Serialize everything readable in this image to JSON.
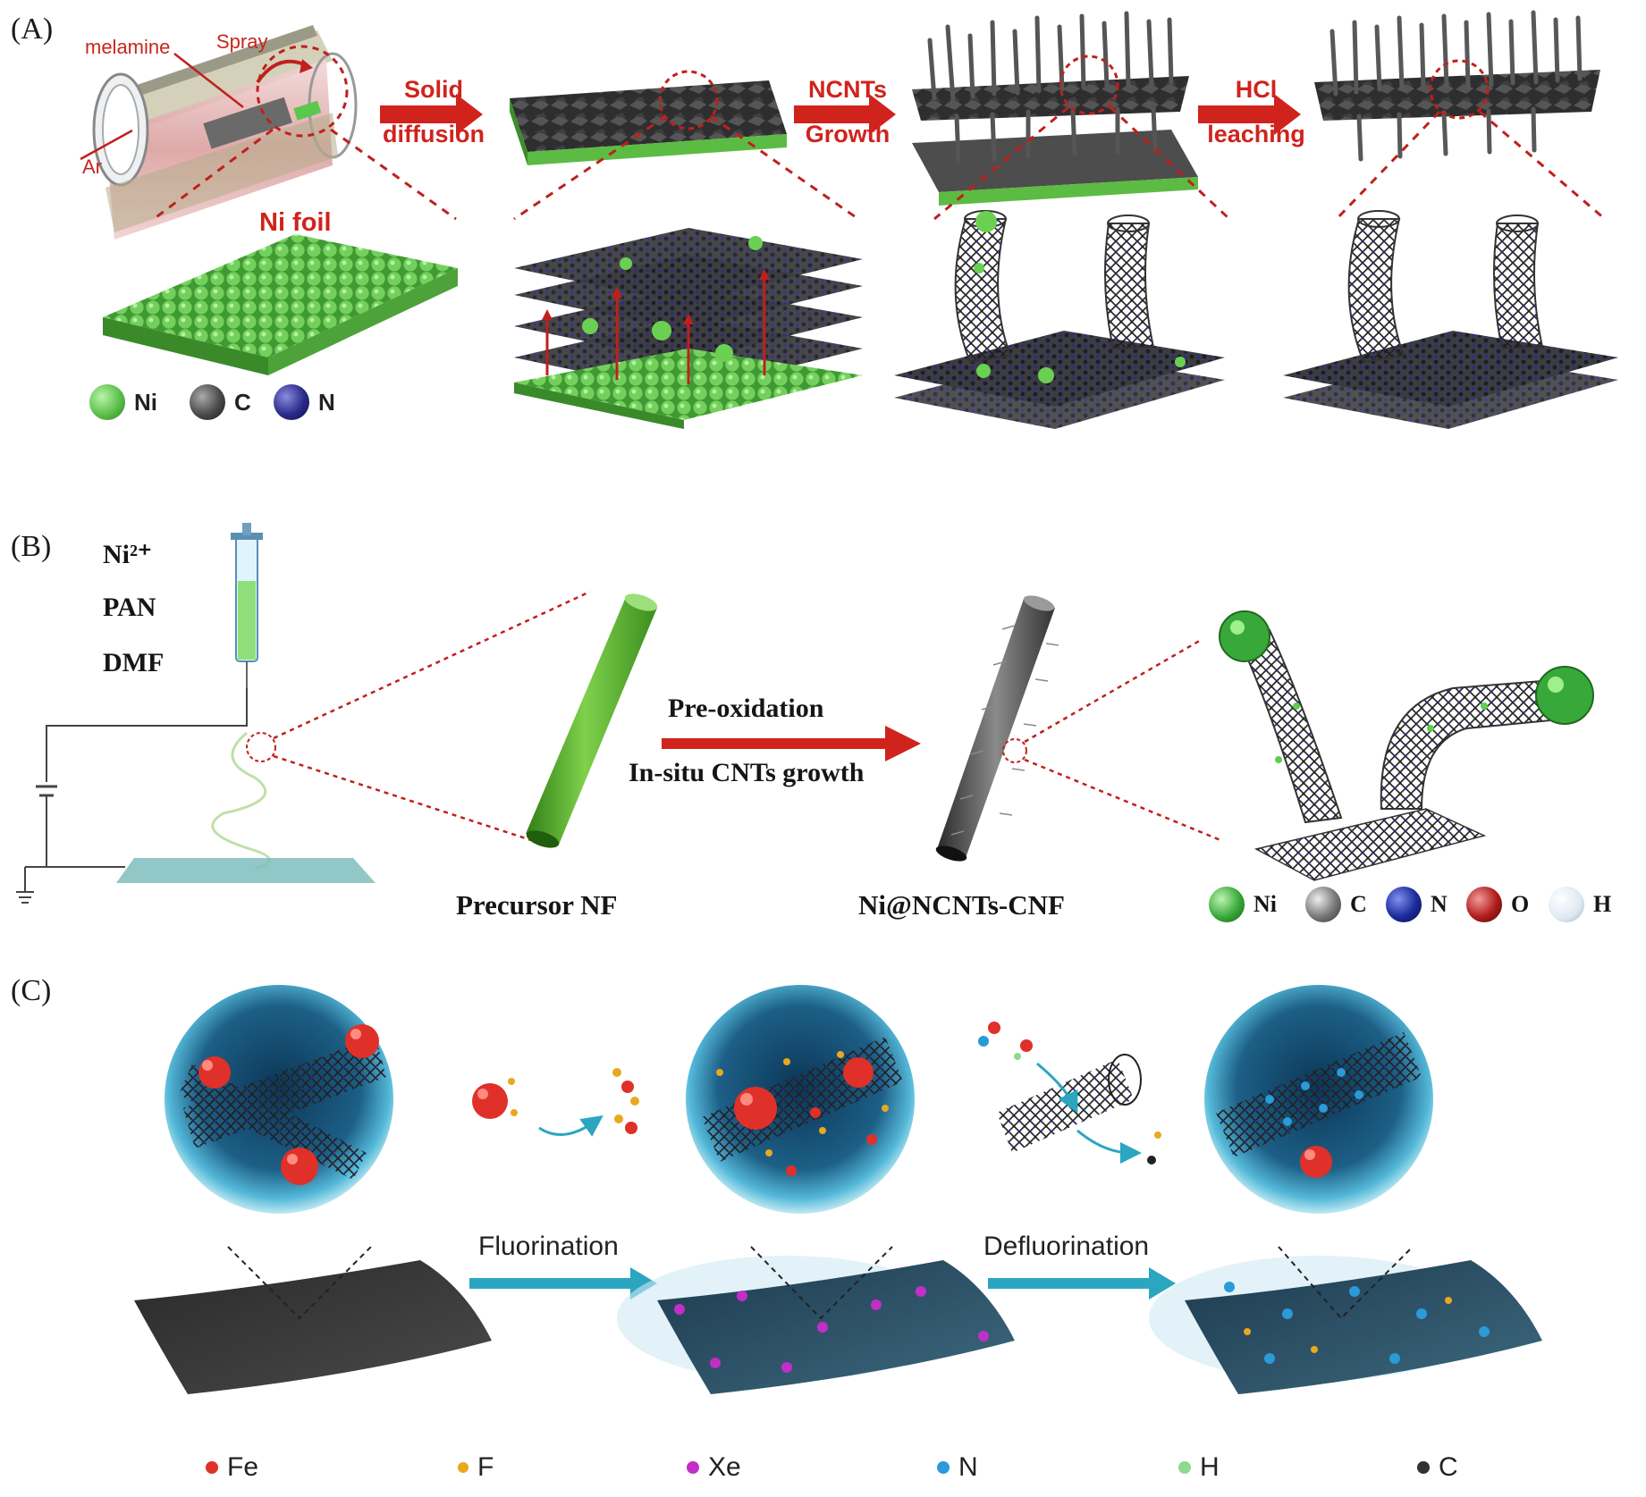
{
  "panel_a": {
    "label": "(A)",
    "tube": {
      "melamine": "melamine",
      "spray": "Spray",
      "ar": "Ar"
    },
    "step1": {
      "line1": "Solid",
      "line2": "diffusion"
    },
    "step2": {
      "line1": "NCNTs",
      "line2": "Growth"
    },
    "step3": {
      "line1": "HCl",
      "line2": "leaching"
    },
    "ni_foil": "Ni foil",
    "legend": [
      {
        "label": "Ni",
        "color": "#5cc04a"
      },
      {
        "label": "C",
        "color": "#4a4a4a"
      },
      {
        "label": "N",
        "color": "#2a2a8a"
      }
    ]
  },
  "panel_b": {
    "label": "(B)",
    "reagents": [
      "Ni²⁺",
      "PAN",
      "DMF"
    ],
    "arrow_top": "Pre-oxidation",
    "arrow_bottom": "In-situ CNTs growth",
    "precursor": "Precursor NF",
    "product": "Ni@NCNTs-CNF",
    "legend": [
      {
        "label": "Ni",
        "color": "#3aa83a"
      },
      {
        "label": "C",
        "color": "#777777"
      },
      {
        "label": "N",
        "color": "#1b2a9a"
      },
      {
        "label": "O",
        "color": "#b01c1c"
      },
      {
        "label": "H",
        "color": "#dde8f2"
      }
    ]
  },
  "panel_c": {
    "label": "(C)",
    "arrow1": "Fluorination",
    "arrow2": "Defluorination",
    "legend": [
      {
        "label": "Fe",
        "color": "#e0302a"
      },
      {
        "label": "F",
        "color": "#e8a820"
      },
      {
        "label": "Xe",
        "color": "#c22fc8"
      },
      {
        "label": "N",
        "color": "#2a9ad8"
      },
      {
        "label": "H",
        "color": "#8fd88f"
      },
      {
        "label": "C",
        "color": "#333333"
      }
    ]
  },
  "colors": {
    "red_arrow": "#d0231c",
    "teal_arrow": "#2aa6c0",
    "dashed": "#c0201c"
  }
}
